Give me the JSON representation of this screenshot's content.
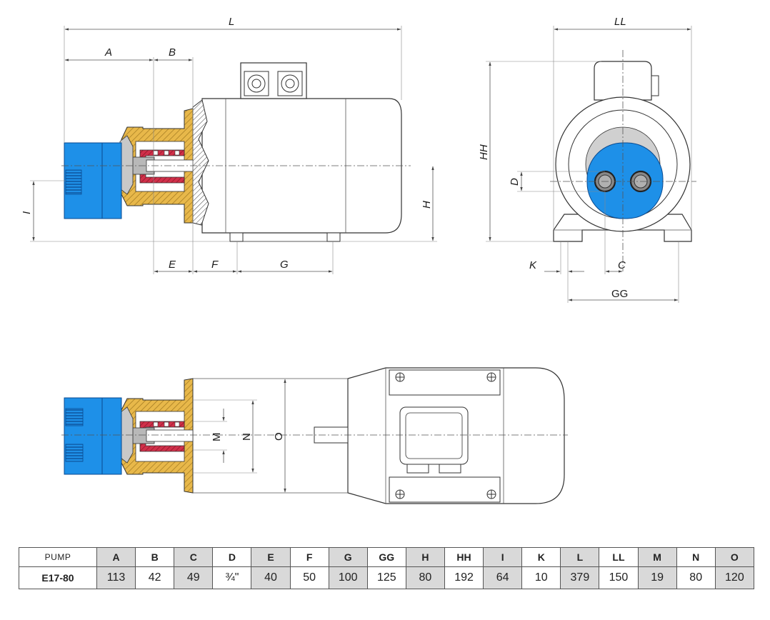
{
  "labels": {
    "L": "L",
    "A": "A",
    "B": "B",
    "E": "E",
    "F": "F",
    "G": "G",
    "H": "H",
    "I": "I",
    "LL": "LL",
    "HH": "HH",
    "D": "D",
    "K": "K",
    "C": "C",
    "GG": "GG",
    "M": "M",
    "N": "N",
    "O": "O"
  },
  "colors": {
    "pump_blue": "#1e90e8",
    "pump_blue_dark": "#1670c0",
    "brass": "#e8b84a",
    "seal_red": "#d0304a",
    "metal_gray": "#b8b8b8"
  },
  "table": {
    "columns": [
      "PUMP",
      "A",
      "B",
      "C",
      "D",
      "E",
      "F",
      "G",
      "GG",
      "H",
      "HH",
      "I",
      "K",
      "L",
      "LL",
      "M",
      "N",
      "O"
    ],
    "rows": [
      [
        "E17-80",
        "113",
        "42",
        "49",
        "¾\"",
        "40",
        "50",
        "100",
        "125",
        "80",
        "192",
        "64",
        "10",
        "379",
        "150",
        "19",
        "80",
        "120"
      ]
    ]
  }
}
